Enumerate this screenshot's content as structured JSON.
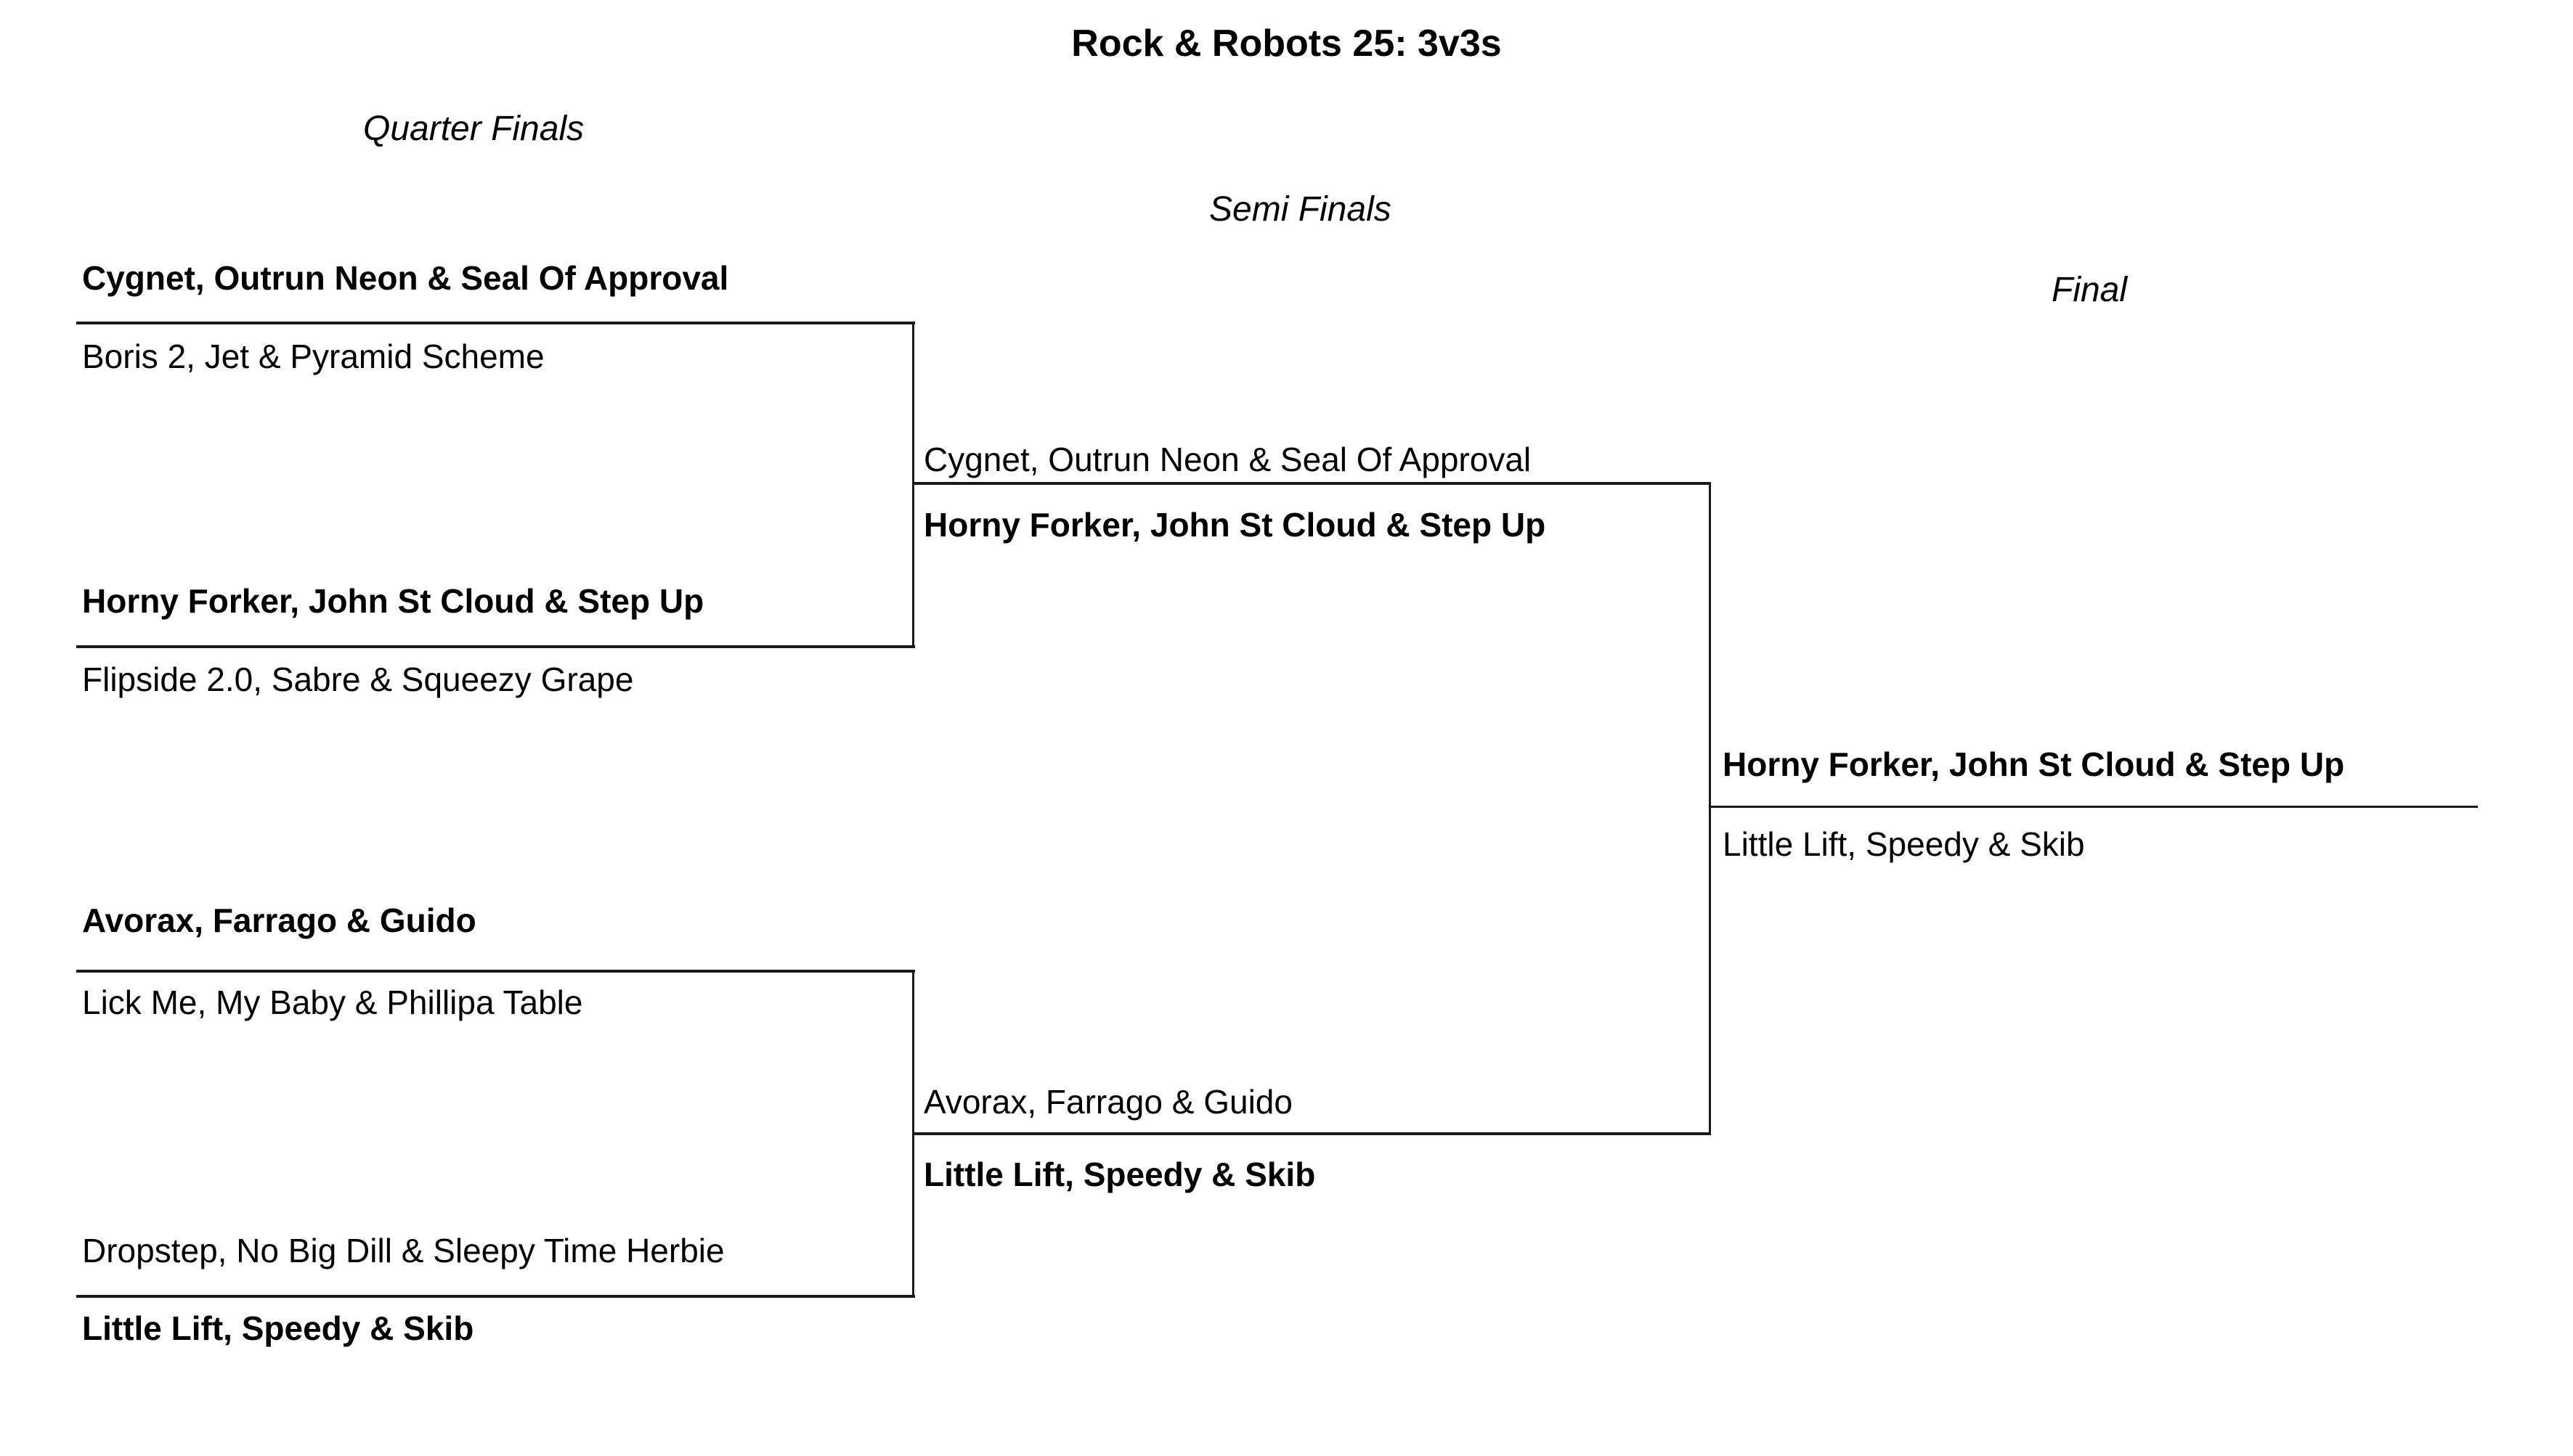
{
  "title": "Rock & Robots 25: 3v3s",
  "rounds": [
    {
      "key": "quarter_finals",
      "label": "Quarter Finals"
    },
    {
      "key": "semi_finals",
      "label": "Semi Finals"
    },
    {
      "key": "final",
      "label": "Final"
    }
  ],
  "bracket": {
    "quarter_finals": [
      {
        "match": 1,
        "top": {
          "name": "Cygnet, Outrun Neon & Seal Of Approval",
          "result": "winner"
        },
        "bottom": {
          "name": "Boris 2, Jet & Pyramid Scheme",
          "result": "loser"
        }
      },
      {
        "match": 2,
        "top": {
          "name": "Horny Forker, John St Cloud & Step Up",
          "result": "winner"
        },
        "bottom": {
          "name": "Flipside 2.0, Sabre & Squeezy Grape",
          "result": "loser"
        }
      },
      {
        "match": 3,
        "top": {
          "name": "Avorax, Farrago & Guido",
          "result": "winner"
        },
        "bottom": {
          "name": "Lick Me, My Baby & Phillipa Table",
          "result": "loser"
        }
      },
      {
        "match": 4,
        "top": {
          "name": "Dropstep, No Big Dill & Sleepy Time Herbie",
          "result": "loser"
        },
        "bottom": {
          "name": "Little Lift, Speedy & Skib",
          "result": "winner"
        }
      }
    ],
    "semi_finals": [
      {
        "match": 1,
        "top": {
          "name": "Cygnet, Outrun Neon & Seal Of Approval",
          "result": "loser"
        },
        "bottom": {
          "name": "Horny Forker, John St Cloud & Step Up",
          "result": "winner"
        }
      },
      {
        "match": 2,
        "top": {
          "name": "Avorax, Farrago & Guido",
          "result": "loser"
        },
        "bottom": {
          "name": "Little Lift, Speedy & Skib",
          "result": "winner"
        }
      }
    ],
    "final": [
      {
        "match": 1,
        "top": {
          "name": "Horny Forker, John St Cloud & Step Up",
          "result": "winner"
        },
        "bottom": {
          "name": "Little Lift, Speedy & Skib",
          "result": "loser"
        }
      }
    ]
  },
  "colors": {
    "background": "#ffffff",
    "text": "#000000",
    "line": "#1a1a1a"
  }
}
